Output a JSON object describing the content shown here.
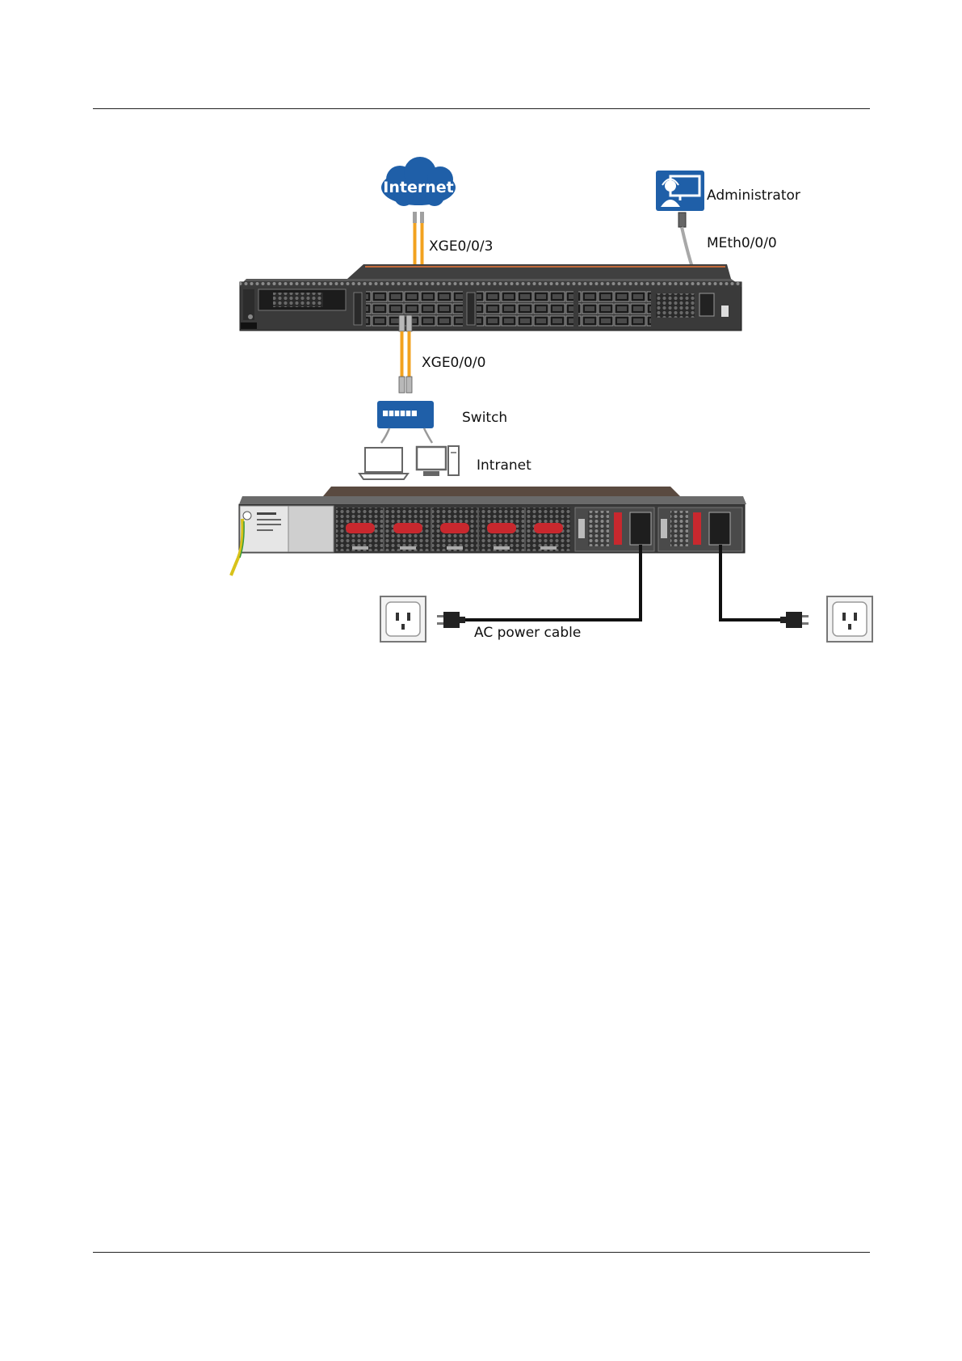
{
  "diagram": {
    "internet_label": "Internet",
    "administrator_label": "Administrator",
    "meth_port_label": "MEth0/0/0",
    "uplink_port_label": "XGE0/0/3",
    "downlink_port_label": "XGE0/0/0",
    "switch_label": "Switch",
    "intranet_label": "Intranet",
    "power_cable_label": "AC power cable",
    "colors": {
      "cloud_blue": "#1f5fa8",
      "fiber_orange": "#f2a21f",
      "device_dark": "#3a3a3a",
      "fan_red": "#c8282e",
      "ground_yellow_green": "#d8c21a"
    }
  }
}
